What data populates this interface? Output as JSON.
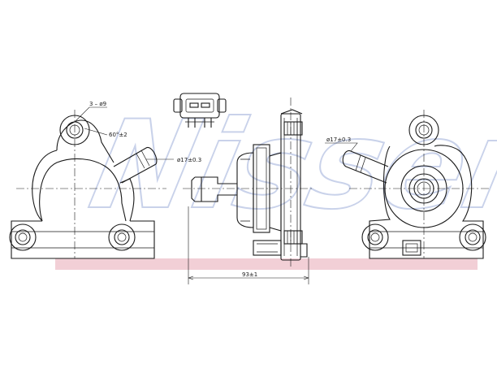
{
  "watermark": "Nissens",
  "colors": {
    "line": "#1a1a1a",
    "watermark_outline": "#c9d2ea",
    "base_band": "#f2cfd6"
  },
  "views": [
    {
      "name": "front-view",
      "labels": {
        "hole_pattern": "3 – ø9",
        "angle": "60°±2",
        "outlet_diameter": "ø17±0.3"
      }
    },
    {
      "name": "connector-view"
    },
    {
      "name": "side-view",
      "labels": {
        "length": "93±1"
      }
    },
    {
      "name": "rear-view",
      "labels": {
        "outlet_diameter": "ø17±0.3"
      }
    }
  ]
}
